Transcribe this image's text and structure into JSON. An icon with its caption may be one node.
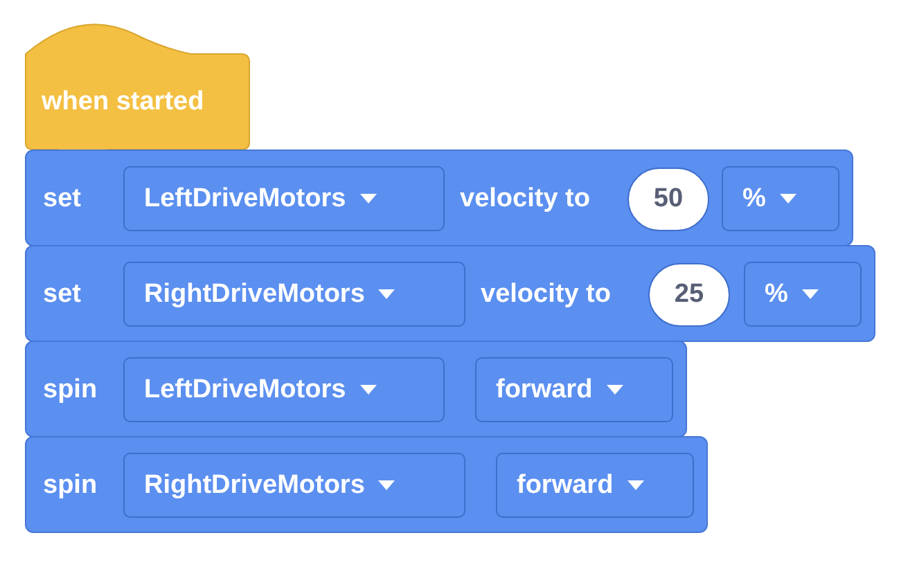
{
  "diagram": {
    "nodes": [
      {
        "text": [
          "when started"
        ]
      },
      {
        "text": [
          "set",
          "velocity to"
        ]
      },
      {
        "text": [
          "LeftDriveMotors"
        ],
        "in": 1
      },
      {
        "text": [
          "50"
        ],
        "in": 1
      },
      {
        "text": [
          "%"
        ],
        "in": 1
      },
      {
        "text": [
          "set",
          "velocity to"
        ]
      },
      {
        "text": [
          "RightDriveMotors"
        ],
        "in": 5
      },
      {
        "text": [
          "25"
        ],
        "in": 5
      },
      {
        "text": [
          "%"
        ],
        "in": 5
      },
      {
        "text": [
          "spin"
        ]
      },
      {
        "text": [
          "LeftDriveMotors"
        ],
        "in": 9
      },
      {
        "text": [
          "forward"
        ],
        "in": 9
      },
      {
        "text": [
          "spin"
        ]
      },
      {
        "text": [
          "RightDriveMotors"
        ],
        "in": 12
      },
      {
        "text": [
          "forward"
        ],
        "in": 12
      }
    ]
  }
}
